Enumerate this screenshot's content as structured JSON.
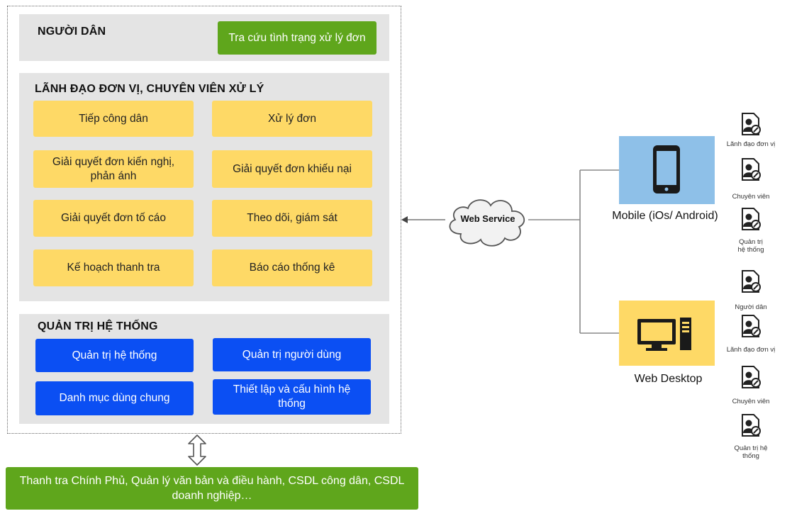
{
  "citizen": {
    "title": "NGƯỜI DÂN",
    "lookup_button": "Tra cứu tình trạng xử lý đơn"
  },
  "processing": {
    "title": "LÃNH ĐẠO ĐƠN VỊ, CHUYÊN VIÊN XỬ LÝ",
    "items": [
      "Tiếp công dân",
      "Xử lý đơn",
      "Giải quyết đơn kiến nghị, phản ánh",
      "Giải quyết đơn khiếu nại",
      "Giải quyết đơn tố cáo",
      "Theo dõi, giám sát",
      "Kế hoạch thanh tra",
      "Báo cáo thống kê"
    ]
  },
  "admin": {
    "title": "QUẢN TRỊ HỆ THỐNG",
    "items": [
      "Quản trị hệ thống",
      "Quản trị người dùng",
      "Danh mục dùng chung",
      "Thiết lập và cấu hình hệ thống"
    ]
  },
  "integration": {
    "label": "Thanh tra Chính Phủ, Quản lý văn bản và điều hành, CSDL công dân, CSDL doanh nghiệp…"
  },
  "web_service": {
    "label": "Web Service"
  },
  "devices": {
    "mobile": {
      "label": "Mobile (iOs/ Android)",
      "icon": "smartphone-icon"
    },
    "desktop": {
      "label": "Web Desktop",
      "icon": "desktop-computer-icon"
    }
  },
  "users": {
    "mobile": [
      "Lãnh đạo đơn vị",
      "Chuyên viên",
      "Quản trị hệ thống"
    ],
    "desktop": [
      "Người dân",
      "Lãnh đạo đơn vị",
      "Chuyên viên",
      "Quản trị hệ thống"
    ],
    "icon": "user-document-icon"
  },
  "colors": {
    "yellow": "#fed966",
    "blue": "#0b4ff3",
    "green": "#5fa61c",
    "panel": "#e4e4e4",
    "device": "#8ec0e8",
    "desktop": "#fed966"
  }
}
